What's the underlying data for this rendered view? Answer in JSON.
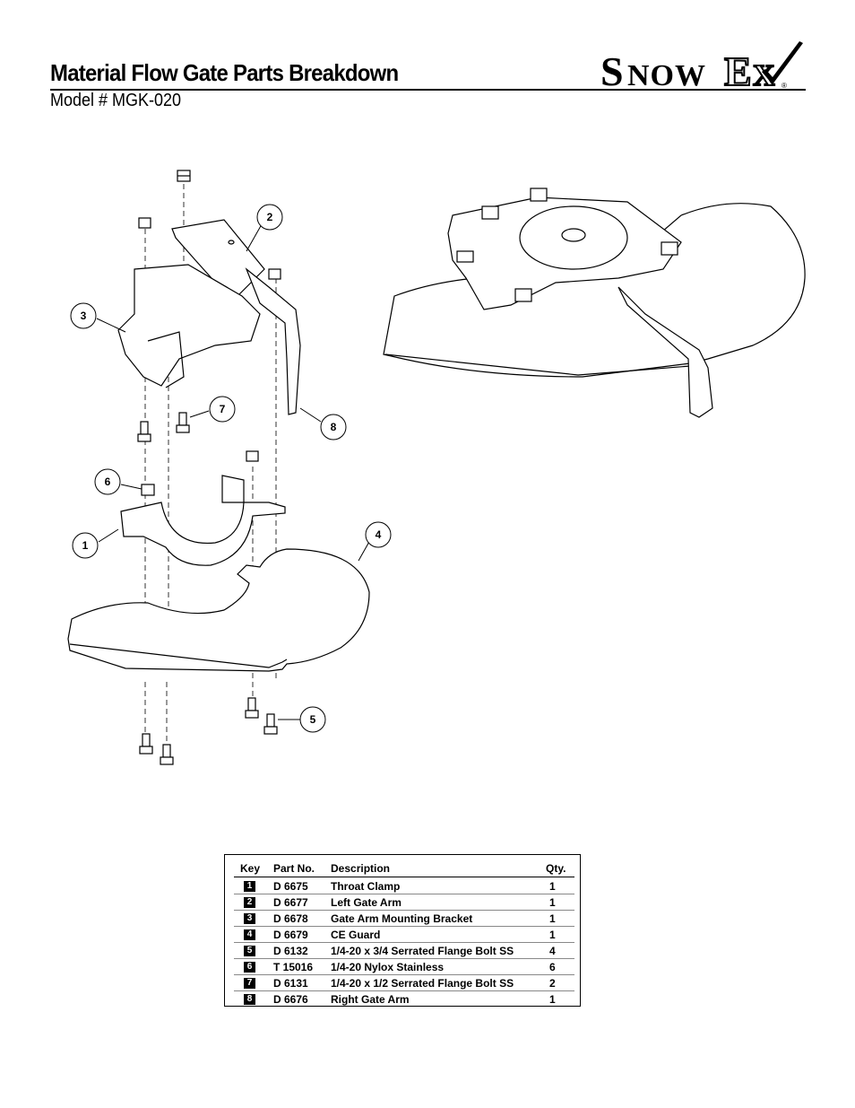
{
  "header": {
    "title": "Material Flow Gate Parts Breakdown",
    "model": "Model # MGK-020",
    "logo_text": "SNOWEX"
  },
  "callouts": [
    "1",
    "2",
    "3",
    "4",
    "5",
    "6",
    "7",
    "8"
  ],
  "parts_table": {
    "columns": [
      "Key",
      "Part No.",
      "Description",
      "Qty."
    ],
    "rows": [
      {
        "key": "1",
        "part_no": "D 6675",
        "description": "Throat Clamp",
        "qty": "1"
      },
      {
        "key": "2",
        "part_no": "D 6677",
        "description": "Left Gate Arm",
        "qty": "1"
      },
      {
        "key": "3",
        "part_no": "D 6678",
        "description": "Gate Arm Mounting Bracket",
        "qty": "1"
      },
      {
        "key": "4",
        "part_no": "D 6679",
        "description": "CE Guard",
        "qty": "1"
      },
      {
        "key": "5",
        "part_no": "D 6132",
        "description": "1/4-20 x 3/4 Serrated Flange Bolt SS",
        "qty": "4"
      },
      {
        "key": "6",
        "part_no": "T 15016",
        "description": "1/4-20 Nylox Stainless",
        "qty": "6"
      },
      {
        "key": "7",
        "part_no": "D 6131",
        "description": "1/4-20 x 1/2 Serrated Flange Bolt SS",
        "qty": "2"
      },
      {
        "key": "8",
        "part_no": "D 6676",
        "description": "Right Gate Arm",
        "qty": "1"
      }
    ]
  }
}
